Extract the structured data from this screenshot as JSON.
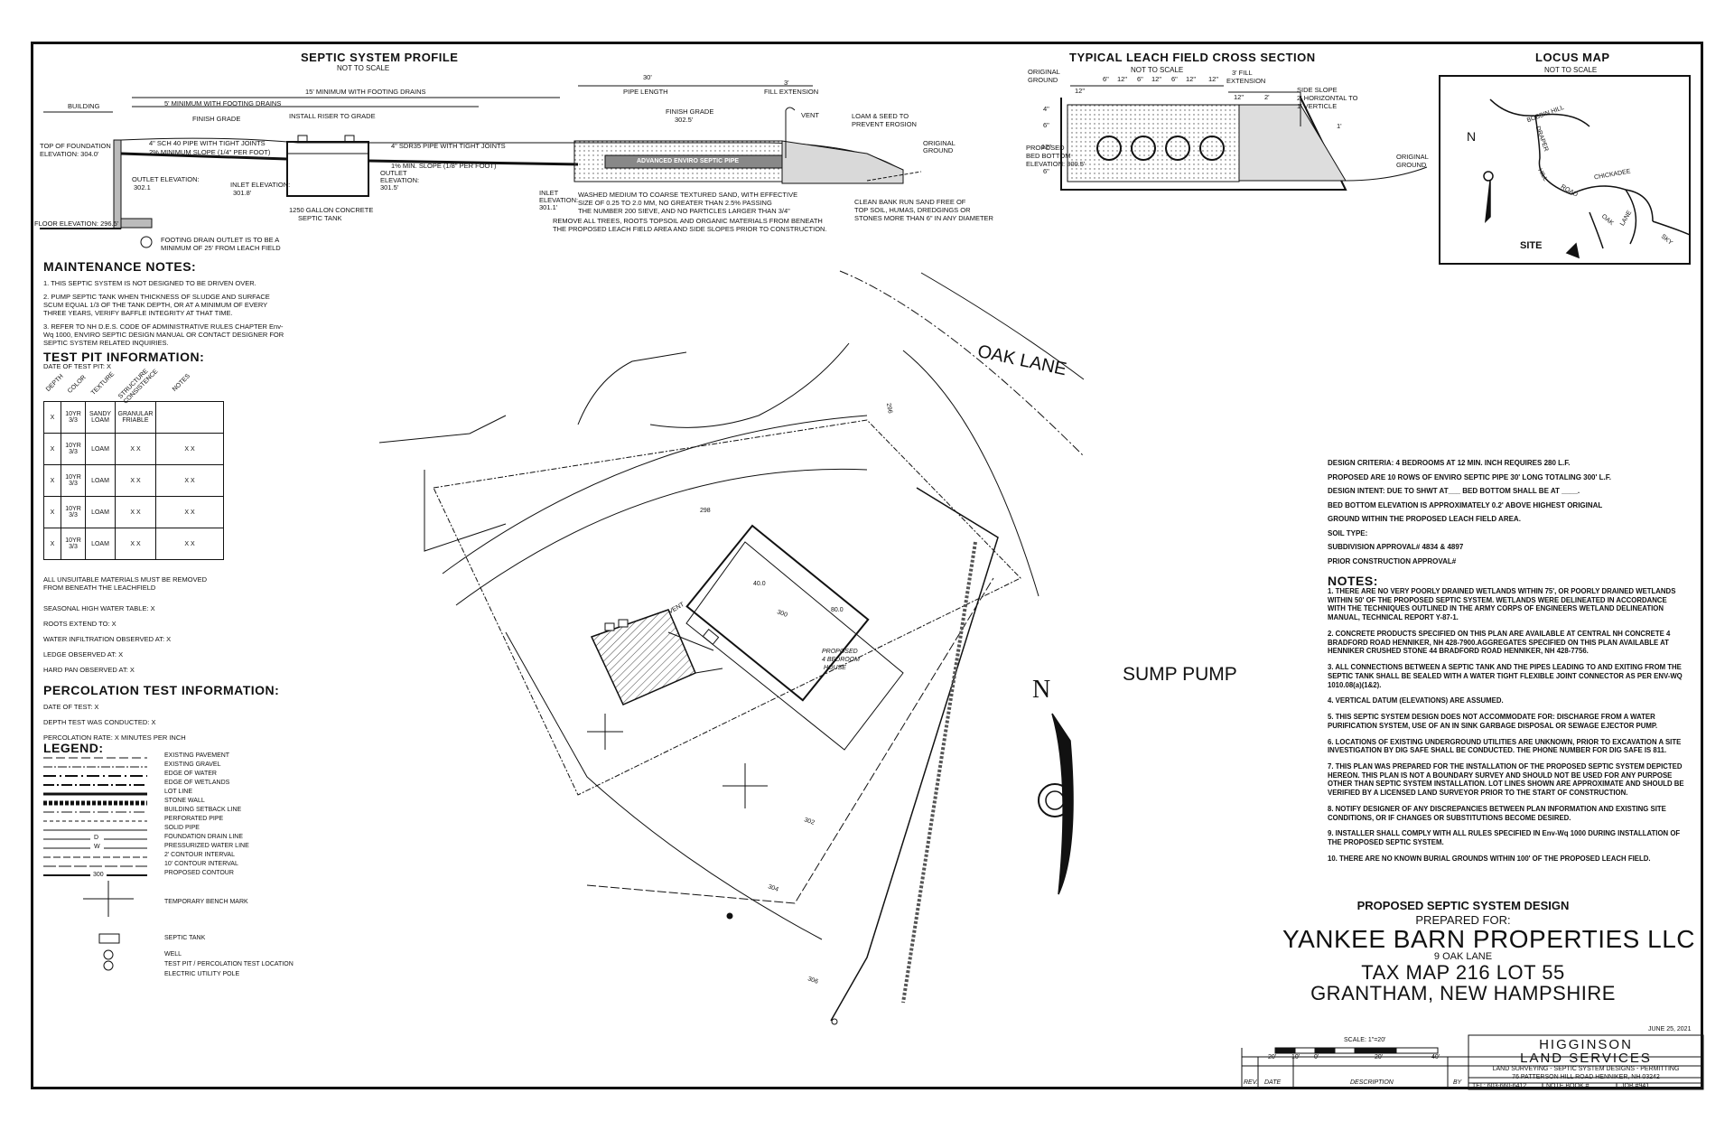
{
  "profile": {
    "title": "SEPTIC SYSTEM PROFILE",
    "subtitle": "NOT TO SCALE",
    "labels": {
      "building": "BUILDING",
      "min_footing_5": "5' MINIMUM WITH FOOTING DRAINS",
      "min_footing_15": "15' MINIMUM WITH FOOTING DRAINS",
      "finish_grade": "FINISH GRADE",
      "install_riser": "INSTALL RISER TO GRADE",
      "pipe_sch40": "4\" SCH 40 PIPE WITH TIGHT JOINTS",
      "min_slope_2": "2% MINIMUM SLOPE (1/4\" PER FOOT)",
      "top_foundation": "TOP OF FOUNDATION",
      "top_foundation_elev": "ELEVATION: 304.0'",
      "outlet_elev_1": "OUTLET ELEVATION:",
      "outlet_elev_1_val": "302.1",
      "inlet_elev_1": "INLET ELEVATION:",
      "inlet_elev_1_val": "301.8'",
      "pipe_sdr35": "4\" SDR35 PIPE WITH TIGHT JOINTS",
      "min_slope_1": "1% MIN. SLOPE (1/8\" PER FOOT)",
      "outlet_elev_2": "OUTLET",
      "outlet_elev_2b": "ELEVATION:",
      "outlet_elev_2_val": "301.5'",
      "tank": "1250 GALLON CONCRETE",
      "tank2": "SEPTIC TANK",
      "floor_elev": "FLOOR ELEVATION: 296.5'",
      "footing_drain": "FOOTING DRAIN OUTLET IS TO BE A",
      "footing_drain2": "MINIMUM OF 25' FROM LEACH FIELD",
      "pipe_length_30": "30'",
      "pipe_length": "PIPE LENGTH",
      "fill_3": "3'",
      "fill_ext": "FILL EXTENSION",
      "finish_grade2": "FINISH GRADE",
      "finish_grade2_val": "302.5'",
      "vent": "VENT",
      "loam": "LOAM & SEED TO",
      "loam2": "PREVENT EROSION",
      "orig_ground": "ORIGINAL",
      "orig_ground2": "GROUND",
      "adv_pipe": "ADVANCED ENVIRO SEPTIC PIPE",
      "inlet_elev_2": "INLET",
      "inlet_elev_2b": "ELEVATION:",
      "inlet_elev_2_val": "301.1'",
      "washed1": "WASHED MEDIUM TO COARSE TEXTURED SAND, WITH EFFECTIVE",
      "washed2": "SIZE OF 0.25 TO 2.0 MM, NO GREATER THAN 2.5% PASSING",
      "washed3": "THE NUMBER 200 SIEVE, AND NO PARTICLES LARGER THAN 3/4\"",
      "remove1": "REMOVE ALL TREES, ROOTS TOPSOIL AND ORGANIC MATERIALS FROM BENEATH",
      "remove2": "THE PROPOSED LEACH FIELD AREA AND SIDE SLOPES PRIOR TO CONSTRUCTION.",
      "clean1": "CLEAN BANK RUN SAND FREE OF",
      "clean2": "TOP SOIL, HUMAS, DREDGINGS OR",
      "clean3": "STONES MORE THAN 6\" IN ANY DIAMETER"
    }
  },
  "cross_section": {
    "title": "TYPICAL LEACH FIELD CROSS SECTION",
    "subtitle": "NOT TO SCALE",
    "orig_ground": "ORIGINAL",
    "orig_ground2": "GROUND",
    "fill_ext": "3' FILL",
    "fill_ext2": "EXTENSION",
    "side_slope": "SIDE SLOPE",
    "side_slope2": "2' HORIZONTAL TO",
    "side_slope3": "1' VERTICLE",
    "proposed_bed": "PROPOSED",
    "proposed_bed2": "BED BOTTOM",
    "proposed_bed3": "ELEVATION: 300.5'",
    "orig_ground_r": "ORIGINAL",
    "orig_ground_r2": "GROUND",
    "dims": [
      "12\"",
      "6\"",
      "12\"",
      "6\"",
      "12\"",
      "6\"",
      "12\"",
      "12\""
    ],
    "dim_2": "2'",
    "dim_12": "12\"",
    "dim_1": "1'",
    "vert": [
      "4\"",
      "6\"",
      "12\"",
      "6\""
    ]
  },
  "locus": {
    "title": "LOCUS MAP",
    "subtitle": "NOT TO SCALE",
    "north": "N",
    "roads": [
      "BOBBIN HILL",
      "DRAPER",
      "HILL",
      "ROAD",
      "CHICKADEE",
      "OAK",
      "LANE",
      "SKY"
    ],
    "site": "SITE"
  },
  "maintenance": {
    "title": "MAINTENANCE NOTES:",
    "notes": [
      "1. THIS SEPTIC SYSTEM IS NOT DESIGNED TO BE DRIVEN OVER.",
      "2. PUMP SEPTIC TANK WHEN THICKNESS OF SLUDGE AND SURFACE SCUM EQUAL 1/3 OF THE TANK DEPTH, OR AT A MINIMUM OF EVERY THREE YEARS, VERIFY BAFFLE INTEGRITY AT THAT TIME.",
      "3. REFER TO NH D.E.S. CODE OF ADMINISTRATIVE RULES CHAPTER Env-Wq 1000, ENVIRO SEPTIC DESIGN MANUAL OR CONTACT DESIGNER FOR SEPTIC SYSTEM RELATED INQUIRIES."
    ]
  },
  "test_pit": {
    "title": "TEST PIT INFORMATION:",
    "date": "DATE OF TEST PIT: X",
    "headers": [
      "DEPTH",
      "COLOR",
      "TEXTURE",
      "STRUCTURE CONSISTENCE",
      "NOTES"
    ],
    "rows": [
      [
        "X",
        "10YR 3/3",
        "SANDY LOAM",
        "GRANULAR FRIABLE",
        ""
      ],
      [
        "X",
        "10YR 3/3",
        "LOAM",
        "X X",
        "X X"
      ],
      [
        "X",
        "10YR 3/3",
        "LOAM",
        "X X",
        "X X"
      ],
      [
        "X",
        "10YR 3/3",
        "LOAM",
        "X X",
        "X X"
      ],
      [
        "X",
        "10YR 3/3",
        "LOAM",
        "X X",
        "X X"
      ]
    ],
    "unsuitable": "ALL UNSUITABLE MATERIALS MUST BE REMOVED",
    "unsuitable2": "FROM BENEATH THE LEACHFIELD",
    "fields": [
      "SEASONAL HIGH WATER TABLE:  X",
      "ROOTS EXTEND TO:  X",
      "WATER INFILTRATION OBSERVED AT:  X",
      "LEDGE OBSERVED AT:  X",
      "HARD PAN OBSERVED AT:  X"
    ]
  },
  "perc": {
    "title": "PERCOLATION TEST INFORMATION:",
    "fields": [
      "DATE OF TEST:  X",
      "DEPTH TEST WAS CONDUCTED:  X",
      "PERCOLATION RATE:  X MINUTES PER INCH"
    ]
  },
  "legend": {
    "title": "LEGEND:",
    "items": [
      "EXISTING PAVEMENT",
      "EXISTING GRAVEL",
      "EDGE OF WATER",
      "EDGE OF WETLANDS",
      "LOT LINE",
      "STONE WALL",
      "BUILDING SETBACK LINE",
      "PERFORATED PIPE",
      "SOLID PIPE",
      "FOUNDATION DRAIN LINE",
      "PRESSURIZED WATER LINE",
      "2' CONTOUR INTERVAL",
      "10' CONTOUR INTERVAL",
      "PROPOSED CONTOUR"
    ],
    "bench": "TEMPORARY BENCH MARK",
    "septic_tank": "SEPTIC TANK",
    "well": "WELL",
    "test_pit": "TEST PIT / PERCOLATION TEST LOCATION",
    "pole": "ELECTRIC UTILITY POLE",
    "d_letter": "D",
    "w_letter": "W",
    "contour_sample": "300"
  },
  "plan": {
    "road": "OAK LANE",
    "sump": "SUMP PUMP",
    "north": "N",
    "house": "PROPOSED",
    "house2": "4 BEDROOM",
    "house3": "HOUSE",
    "dim_40": "40.0",
    "dim_80": "80.0",
    "contours": [
      "298",
      "300",
      "302",
      "304",
      "306",
      "296"
    ],
    "vent": "VENT"
  },
  "design": {
    "lines": [
      "DESIGN CRITERIA: 4 BEDROOMS AT 12 MIN. INCH REQUIRES 280 L.F.",
      "PROPOSED ARE 10 ROWS OF ENVIRO SEPTIC PIPE 30' LONG TOTALING 300' L.F.",
      "DESIGN INTENT: DUE TO SHWT AT___ BED BOTTOM SHALL BE AT ____.",
      "BED BOTTOM ELEVATION IS APPROXIMATELY 0.2' ABOVE HIGHEST ORIGINAL",
      "GROUND WITHIN THE PROPOSED LEACH FIELD AREA.",
      "SOIL TYPE:",
      "SUBDIVISION APPROVAL# 4834 & 4897",
      "PRIOR CONSTRUCTION APPROVAL#"
    ]
  },
  "notes": {
    "title": "NOTES:",
    "items": [
      "1. THERE ARE NO VERY POORLY DRAINED WETLANDS WITHIN 75', OR POORLY DRAINED WETLANDS WITHIN 50' OF THE PROPOSED SEPTIC SYSTEM. WETLANDS WERE DELINEATED IN ACCORDANCE WITH THE TECHNIQUES OUTLINED IN THE ARMY CORPS OF ENGINEERS WETLAND DELINEATION MANUAL, TECHNICAL REPORT Y-87-1.",
      "2. CONCRETE PRODUCTS SPECIFIED ON THIS PLAN ARE AVAILABLE AT CENTRAL NH CONCRETE 4 BRADFORD ROAD HENNIKER, NH 428-7900.AGGREGATES SPECIFIED ON THIS PLAN AVAILABLE AT HENNIKER CRUSHED STONE 44 BRADFORD ROAD HENNIKER, NH 428-7756.",
      "3. ALL CONNECTIONS BETWEEN A SEPTIC TANK AND THE PIPES LEADING TO AND EXITING FROM THE SEPTIC TANK SHALL BE SEALED WITH A WATER TIGHT FLEXIBLE JOINT CONNECTOR AS PER ENV-WQ 1010.08(a)(1&2).",
      "4. VERTICAL DATUM (ELEVATIONS) ARE ASSUMED.",
      "5. THIS SEPTIC SYSTEM DESIGN DOES NOT ACCOMMODATE FOR: DISCHARGE FROM A WATER PURIFICATION SYSTEM, USE OF AN IN SINK GARBAGE DISPOSAL OR SEWAGE EJECTOR PUMP.",
      "6. LOCATIONS OF EXISTING UNDERGROUND UTILITIES ARE UNKNOWN, PRIOR TO EXCAVATION A SITE INVESTIGATION BY DIG SAFE SHALL BE CONDUCTED. THE PHONE NUMBER FOR DIG SAFE IS 811.",
      "7. THIS PLAN WAS PREPARED FOR THE INSTALLATION OF THE PROPOSED SEPTIC SYSTEM DEPICTED HEREON. THIS PLAN IS NOT A BOUNDARY SURVEY AND SHOULD NOT BE USED FOR ANY PURPOSE OTHER THAN SEPTIC SYSTEM INSTALLATION. LOT LINES SHOWN ARE APPROXIMATE AND SHOULD BE VERIFIED BY A LICENSED LAND SURVEYOR PRIOR TO THE START OF CONSTRUCTION.",
      "8. NOTIFY DESIGNER OF ANY DISCREPANCIES BETWEEN PLAN INFORMATION AND EXISTING SITE CONDITIONS, OR IF CHANGES OR SUBSTITUTIONS BECOME DESIRED.",
      "9. INSTALLER SHALL COMPLY WITH ALL RULES SPECIFIED IN Env-Wq 1000 DURING INSTALLATION OF THE PROPOSED SEPTIC SYSTEM.",
      "10. THERE ARE NO KNOWN BURIAL GROUNDS WITHIN 100' OF THE PROPOSED LEACH FIELD."
    ]
  },
  "title_block": {
    "design": "PROPOSED SEPTIC SYSTEM DESIGN",
    "prepared": "PREPARED FOR:",
    "client": "YANKEE BARN PROPERTIES LLC",
    "address": "9 OAK LANE",
    "tax_map": "TAX MAP 216 LOT 55",
    "town": "GRANTHAM, NEW HAMPSHIRE"
  },
  "scale_bar": {
    "label": "SCALE: 1\"=20'",
    "ticks": [
      "20'",
      "10'",
      "0'",
      "20'",
      "40'"
    ]
  },
  "revision": {
    "headers": [
      "REV.",
      "DATE",
      "DESCRIPTION",
      "BY"
    ]
  },
  "firm": {
    "date": "JUNE 25, 2021",
    "name1": "HIGGINSON",
    "name2": "LAND SERVICES",
    "services": "LAND SURVEYING - SEPTIC SYSTEM DESIGNS - PERMITTING",
    "address": "76 PATTERSON HILL ROAD HENNIKER, NH 03242",
    "tel": "TEL: 603-660-6412",
    "notebook": "NOTE BOOK #",
    "job": "JOB #941"
  }
}
